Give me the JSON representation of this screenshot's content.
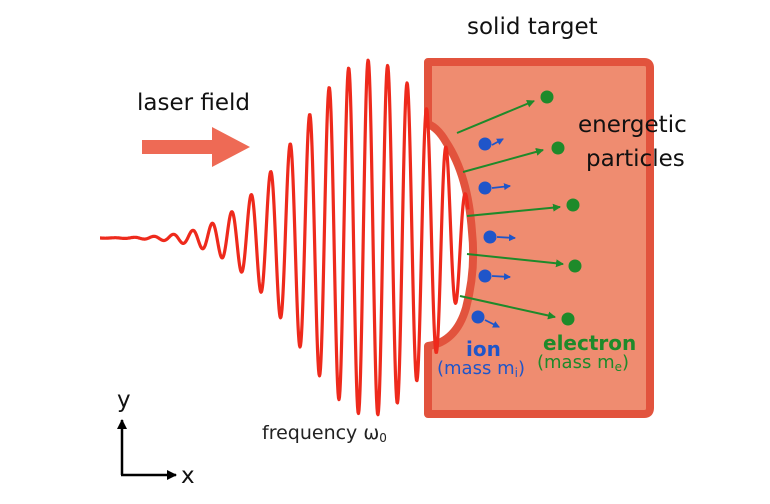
{
  "labels": {
    "target_title": "solid target",
    "laser_field": "laser field",
    "energetic_line1": "energetic",
    "energetic_line2": "particles",
    "ion": "ion",
    "ion_mass_prefix": "(mass m",
    "ion_mass_sub": "i",
    "ion_mass_suffix": ")",
    "electron": "electron",
    "electron_mass_prefix": "(mass m",
    "electron_mass_sub": "e",
    "electron_mass_suffix": ")",
    "frequency_prefix": "frequency ω",
    "frequency_sub": "0",
    "axis_y": "y",
    "axis_x": "x"
  },
  "colors": {
    "laser": "#ee2a1c",
    "target_fill": "#ef8c70",
    "target_border": "#e2533d",
    "arrow_block": "#ee6a55",
    "ion": "#1f55c9",
    "electron": "#1e8a2a",
    "axis": "#000000"
  }
}
